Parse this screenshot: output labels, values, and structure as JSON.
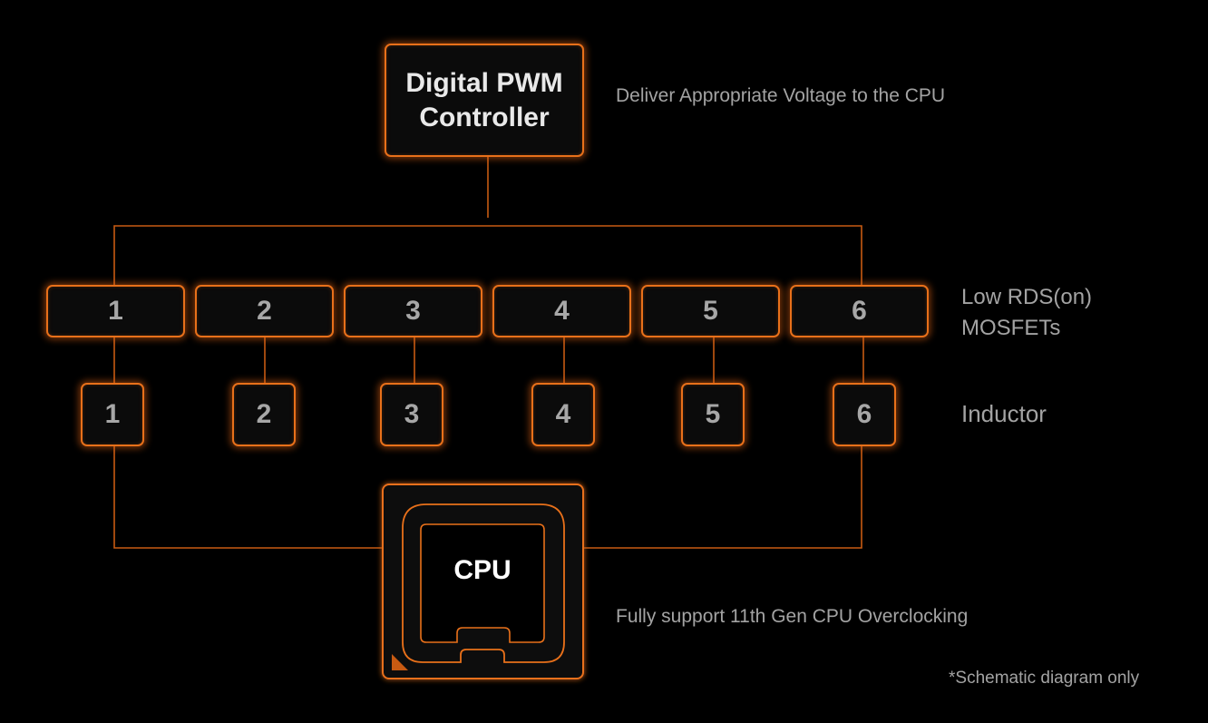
{
  "pwm": {
    "title": "Digital PWM\nController",
    "caption": "Deliver Appropriate Voltage to the CPU"
  },
  "mosfets": {
    "items": [
      "1",
      "2",
      "3",
      "4",
      "5",
      "6"
    ],
    "caption": "Low RDS(on)\nMOSFETs"
  },
  "inductors": {
    "items": [
      "1",
      "2",
      "3",
      "4",
      "5",
      "6"
    ],
    "caption": "Inductor"
  },
  "cpu": {
    "label": "CPU",
    "caption": "Fully support 11th Gen CPU Overclocking"
  },
  "footnote": "*Schematic diagram only",
  "colors": {
    "accent": "#e8701a",
    "background": "#000000",
    "text_primary": "#e9e9e9",
    "text_secondary": "#a3a3a3"
  }
}
